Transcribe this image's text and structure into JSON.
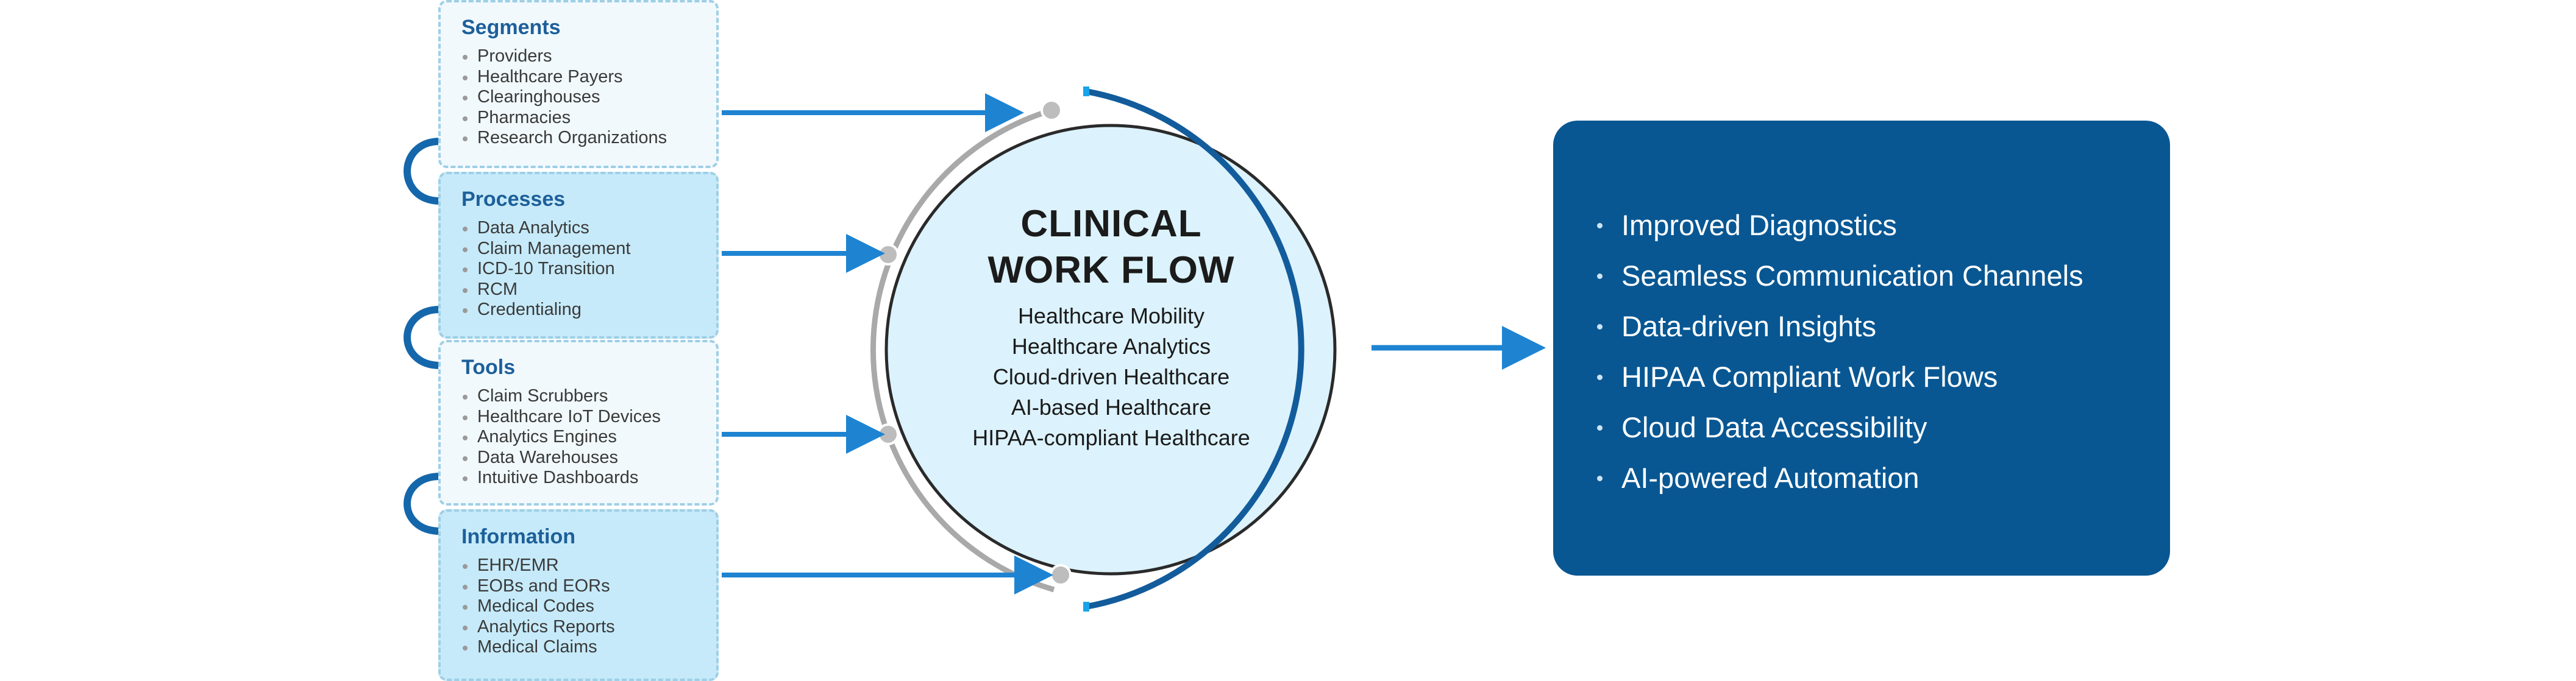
{
  "segments": {
    "title": "Segments",
    "items": [
      "Providers",
      "Healthcare Payers",
      "Clearinghouses",
      "Pharmacies",
      "Research Organizations"
    ]
  },
  "processes": {
    "title": "Processes",
    "items": [
      "Data Analytics",
      "Claim Management",
      "ICD-10 Transition",
      "RCM",
      "Credentialing"
    ]
  },
  "tools": {
    "title": "Tools",
    "items": [
      "Claim Scrubbers",
      "Healthcare IoT Devices",
      "Analytics Engines",
      "Data Warehouses",
      "Intuitive Dashboards"
    ]
  },
  "information": {
    "title": "Information",
    "items": [
      "EHR/EMR",
      "EOBs and EORs",
      "Medical Codes",
      "Analytics Reports",
      "Medical Claims"
    ]
  },
  "center": {
    "title_line1": "CLINICAL",
    "title_line2": "WORK FLOW",
    "items": [
      "Healthcare Mobility",
      "Healthcare Analytics",
      "Cloud-driven Healthcare",
      "AI-based Healthcare",
      "HIPAA-compliant Healthcare"
    ]
  },
  "outcomes": {
    "items": [
      "Improved Diagnostics",
      "Seamless Communication Channels",
      "Data-driven Insights",
      "HIPAA Compliant Work Flows",
      "Cloud Data Accessibility",
      "AI-powered Automation"
    ]
  },
  "colors": {
    "navy": "#085793",
    "arrow_blue": "#1e84d2",
    "circle_fill": "#dcf2fc",
    "box_border": "#9ecfe6",
    "gray_arc": "#a9a9a9"
  }
}
